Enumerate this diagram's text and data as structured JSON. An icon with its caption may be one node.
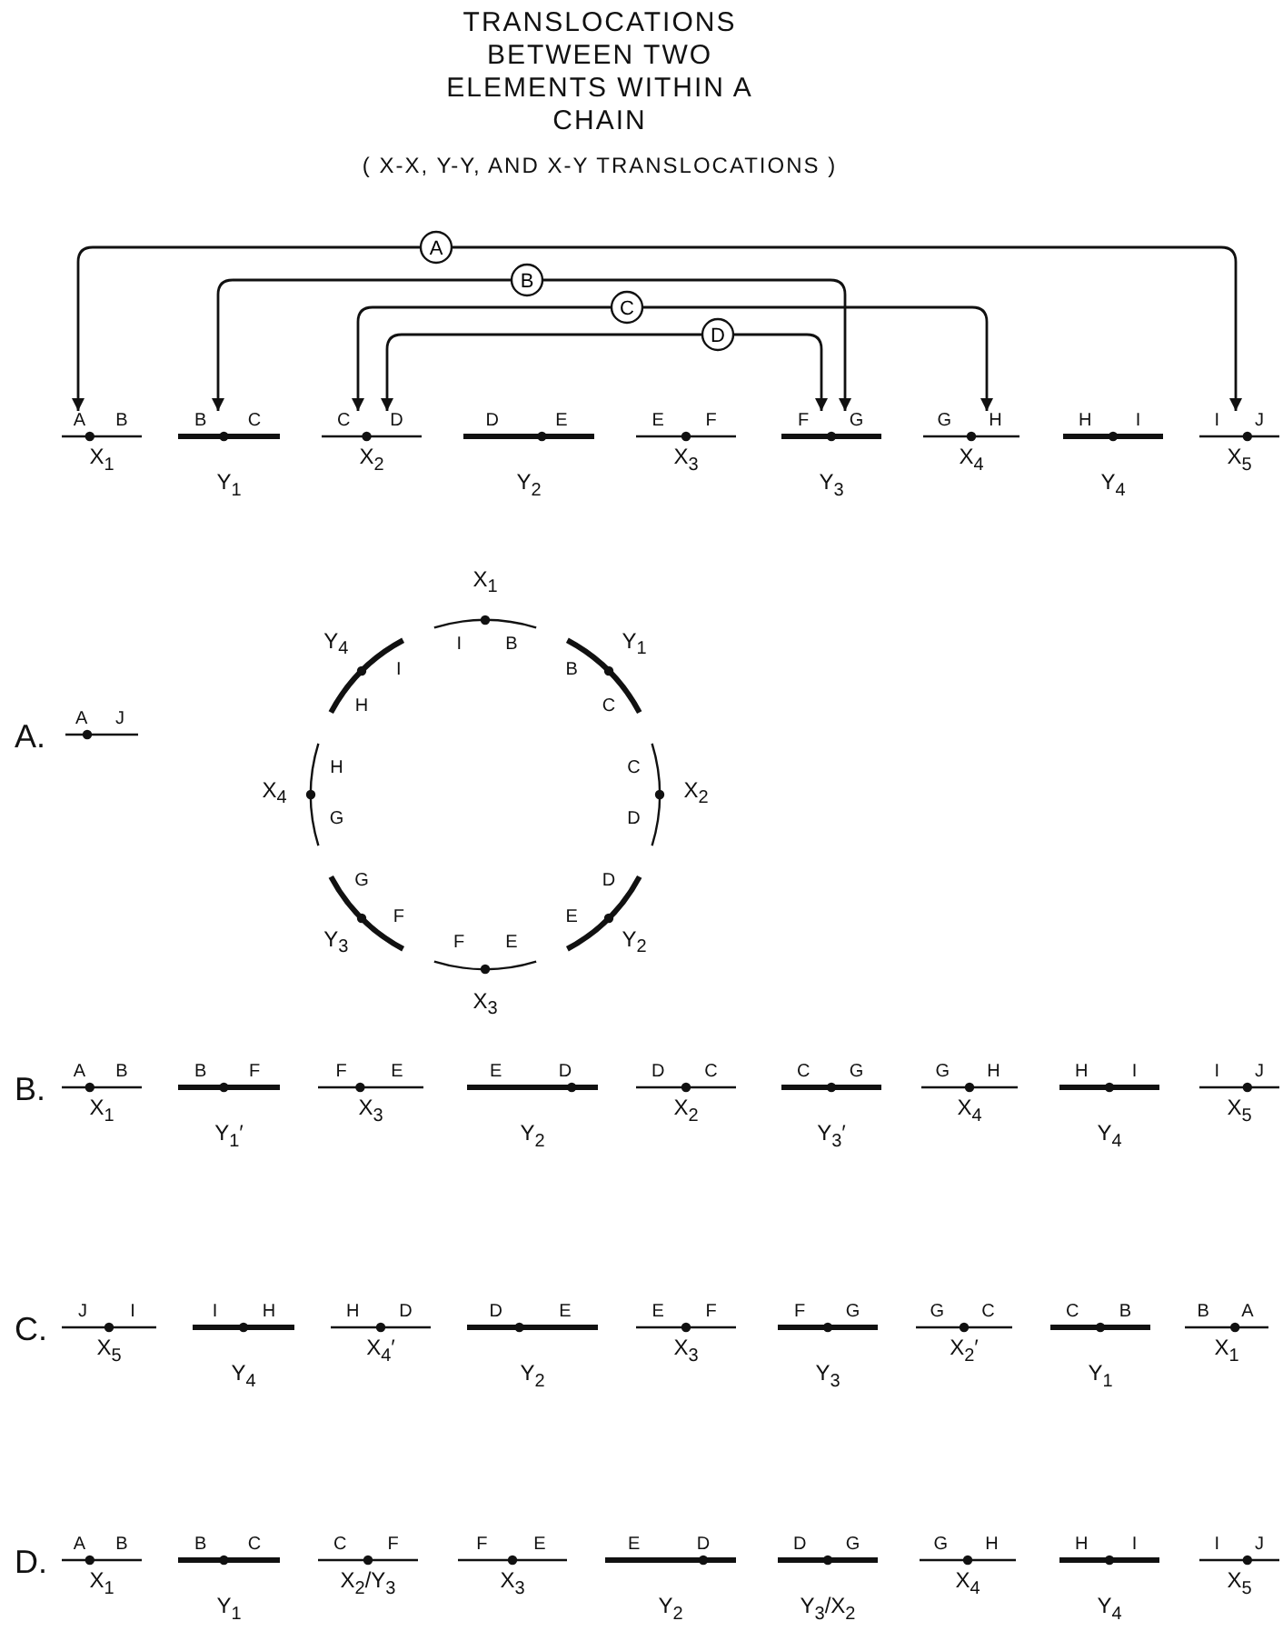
{
  "diagram": {
    "title": "TRANSLOCATIONS BETWEEN TWO ELEMENTS WITHIN A CHAIN",
    "nodes": [
      {
        "text": [
          "A",
          "B",
          "X$_{1}$"
        ]
      },
      {
        "text": [
          "B",
          "C",
          "Y$_{1}$"
        ]
      },
      {
        "text": [
          "C",
          "D",
          "X$_{2}$"
        ]
      },
      {
        "text": [
          "D",
          "E",
          "Y$_{2}$"
        ]
      },
      {
        "text": [
          "E",
          "F",
          "X$_{3}$"
        ]
      },
      {
        "text": [
          "F",
          "G",
          "Y$_{3}$"
        ]
      },
      {
        "text": [
          "G",
          "H",
          "X$_{4}$"
        ]
      },
      {
        "text": [
          "H",
          "I",
          "Y$_{4}$"
        ]
      },
      {
        "text": [
          "I",
          "J",
          "X$_{5}$"
        ]
      },
      {
        "text": [
          "A",
          "J"
        ]
      },
      {
        "text": [
          "I",
          "B",
          "X$_{1}$"
        ]
      },
      {
        "text": [
          "B",
          "C",
          "Y$_{1}$"
        ]
      },
      {
        "text": [
          "C",
          "D",
          "X$_{2}$"
        ]
      },
      {
        "text": [
          "D",
          "E",
          "Y$_{2}$"
        ]
      },
      {
        "text": [
          "F",
          "E",
          "X$_{3}$"
        ]
      },
      {
        "text": [
          "G",
          "F",
          "Y$_{3}$"
        ]
      },
      {
        "text": [
          "H",
          "G",
          "X$_{4}$"
        ]
      },
      {
        "text": [
          "H",
          "I",
          "Y$_{4}$"
        ]
      },
      {
        "text": [
          "A",
          "B",
          "X$_{1}$"
        ]
      },
      {
        "text": [
          "B",
          "F",
          "Y$_{1}$′"
        ]
      },
      {
        "text": [
          "F",
          "E",
          "X$_{3}$"
        ]
      },
      {
        "text": [
          "E",
          "D",
          "Y$_{2}$"
        ]
      },
      {
        "text": [
          "D",
          "C",
          "X$_{2}$"
        ]
      },
      {
        "text": [
          "C",
          "G",
          "Y$_{3}$′"
        ]
      },
      {
        "text": [
          "G",
          "H",
          "X$_{4}$"
        ]
      },
      {
        "text": [
          "H",
          "I",
          "Y$_{4}$"
        ]
      },
      {
        "text": [
          "I",
          "J",
          "X$_{5}$"
        ]
      },
      {
        "text": [
          "J",
          "I",
          "X$_{5}$"
        ]
      },
      {
        "text": [
          "I",
          "H",
          "Y$_{4}$"
        ]
      },
      {
        "text": [
          "H",
          "D",
          "X$_{4}$′"
        ]
      },
      {
        "text": [
          "D",
          "E",
          "Y$_{2}$"
        ]
      },
      {
        "text": [
          "E",
          "F",
          "X$_{3}$"
        ]
      },
      {
        "text": [
          "F",
          "G",
          "Y$_{3}$"
        ]
      },
      {
        "text": [
          "G",
          "C",
          "X$_{2}$′"
        ]
      },
      {
        "text": [
          "C",
          "B",
          "Y$_{1}$"
        ]
      },
      {
        "text": [
          "B",
          "A",
          "X$_{1}$"
        ]
      },
      {
        "text": [
          "A",
          "B",
          "X$_{1}$"
        ]
      },
      {
        "text": [
          "B",
          "C",
          "Y$_{1}$"
        ]
      },
      {
        "text": [
          "C",
          "F",
          "X$_{2}$/Y$_{3}$"
        ]
      },
      {
        "text": [
          "F",
          "E",
          "X$_{3}$"
        ]
      },
      {
        "text": [
          "E",
          "D",
          "Y$_{2}$"
        ]
      },
      {
        "text": [
          "D",
          "G",
          "Y$_{3}$/X$_{2}$"
        ]
      },
      {
        "text": [
          "G",
          "H",
          "X$_{4}$"
        ]
      },
      {
        "text": [
          "H",
          "I",
          "Y$_{4}$"
        ]
      },
      {
        "text": [
          "I",
          "J",
          "X$_{5}$"
        ]
      }
    ],
    "edges": [
      {
        "from": 0,
        "to": 8,
        "arrow": "both",
        "label": "A"
      },
      {
        "from": 1,
        "to": 5,
        "arrow": "both",
        "label": "B"
      },
      {
        "from": 2,
        "to": 6,
        "arrow": "both",
        "label": "C"
      },
      {
        "from": 2,
        "to": 5,
        "arrow": "both",
        "label": "D"
      }
    ],
    "labels": [
      "( X-X, Y-Y, AND X-Y TRANSLOCATIONS )",
      "A.",
      "B.",
      "C.",
      "D."
    ]
  }
}
